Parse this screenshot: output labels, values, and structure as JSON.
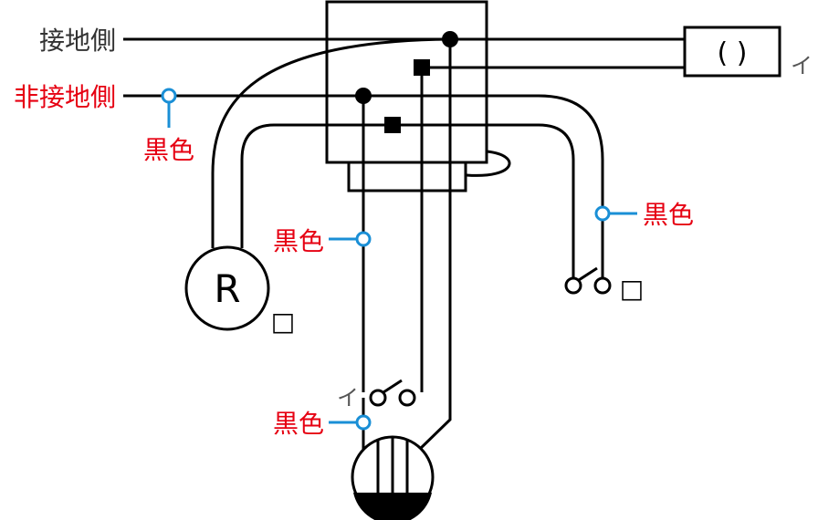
{
  "labels": {
    "ground_side": "接地側",
    "non_ground_side": "非接地側",
    "black_1": "黒色",
    "black_2": "黒色",
    "black_3": "黒色",
    "black_4": "黒色",
    "outlet_tag": "イ",
    "switch_i_tag": "イ",
    "outlet_symbol": "( )",
    "light_r_letter": "R",
    "light_r_box": "□",
    "switch_ro_box": "□"
  },
  "colors": {
    "wire": "#000000",
    "ground_label": "#333333",
    "non_ground_label": "#e60012",
    "color_label": "#e60012",
    "marker": "#1a8fd6",
    "tag": "#555555"
  }
}
